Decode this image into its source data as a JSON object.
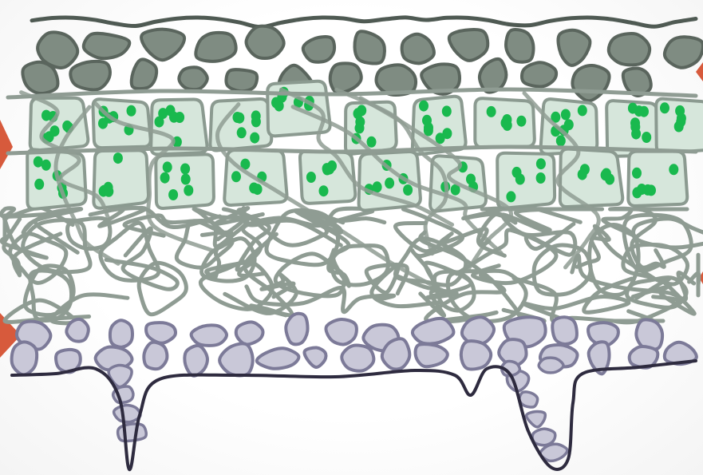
{
  "colors": {
    "background": "#ffffff",
    "outer_stone_fill": "#7f8c82",
    "outer_stone_stroke": "#5a655d",
    "outline_dark": "#4f5a53",
    "cell_fill": "#d6e6db",
    "cell_stroke": "#8b9a90",
    "chloroplast": "#19b94e",
    "fiber": "#8f9c93",
    "inner_stone_fill": "#c9c8d8",
    "inner_stone_stroke": "#7c7a98",
    "base_line": "#2e2b3f",
    "marker": "#d75a3c"
  },
  "layers": [
    {
      "id": "outer-stone-layer",
      "kind": "stones"
    },
    {
      "id": "green-cell-layer",
      "kind": "cells"
    },
    {
      "id": "fiber-mesh-layer",
      "kind": "fibers"
    },
    {
      "id": "inner-stone-layer",
      "kind": "stones"
    },
    {
      "id": "base-outline",
      "kind": "outline"
    }
  ],
  "markers": [
    {
      "id": "left-marker-upper",
      "side": "left"
    },
    {
      "id": "left-marker-lower",
      "side": "left"
    },
    {
      "id": "right-marker-upper",
      "side": "right"
    },
    {
      "id": "right-marker-lower",
      "side": "right"
    }
  ]
}
